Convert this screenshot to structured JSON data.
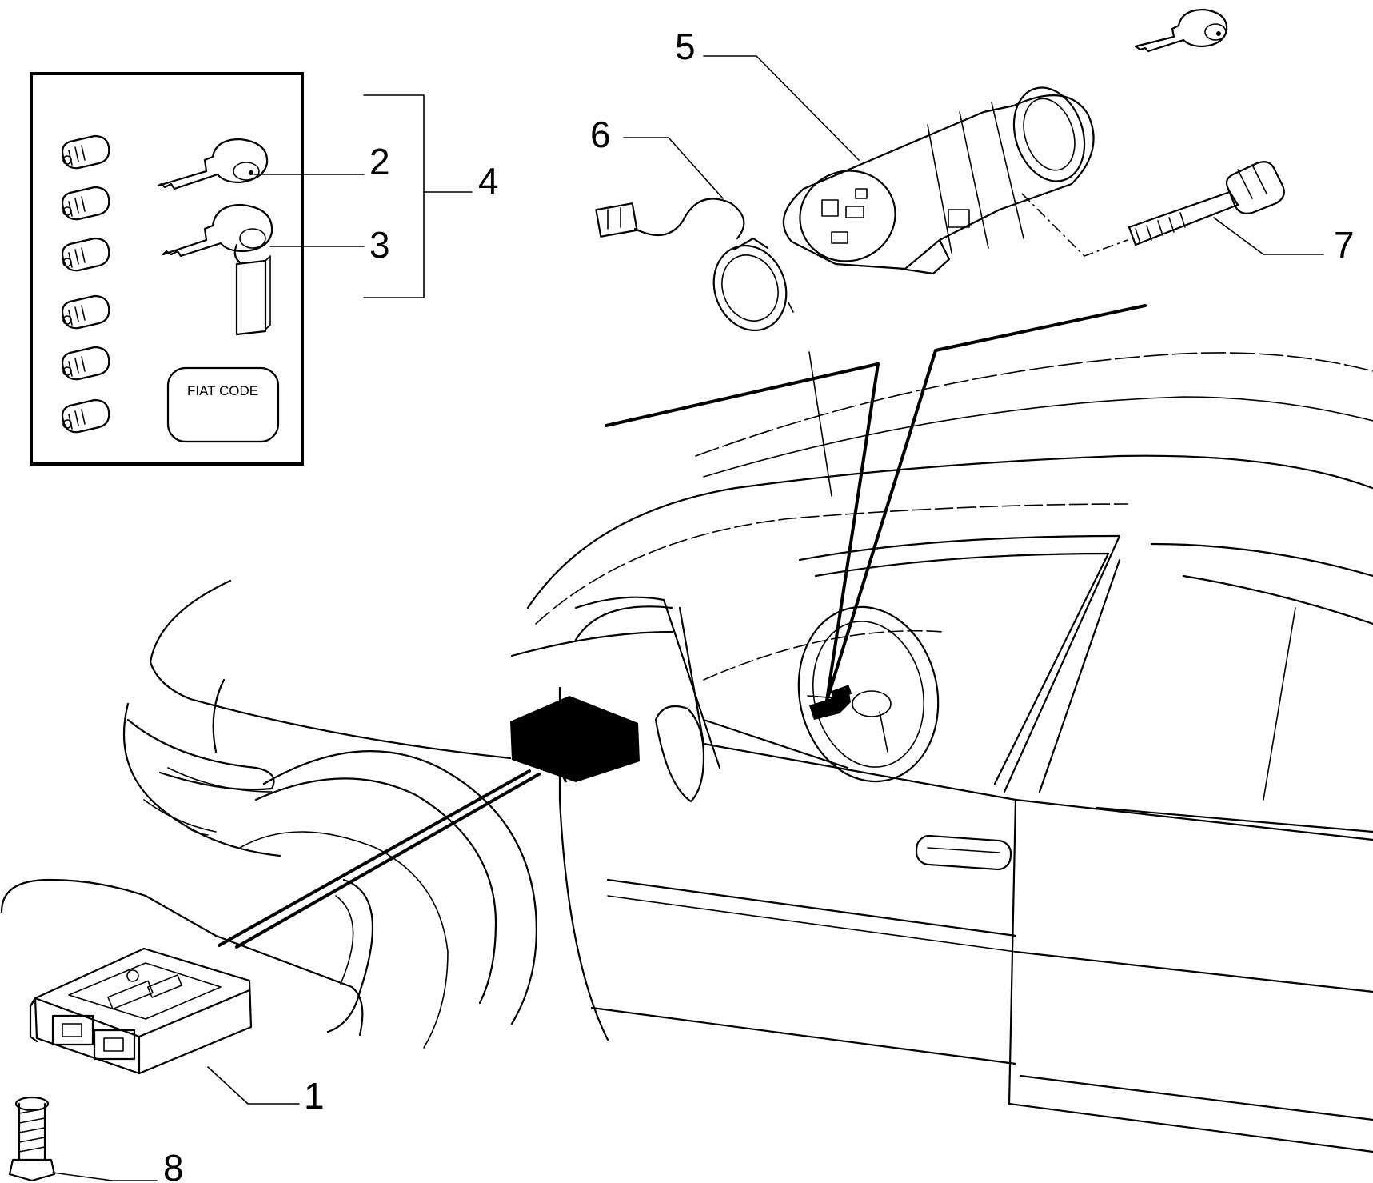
{
  "callouts": {
    "c1": "1",
    "c2": "2",
    "c3": "3",
    "c4": "4",
    "c5": "5",
    "c6": "6",
    "c7": "7",
    "c8": "8"
  },
  "kit_box": {
    "code_label": "FIAT CODE"
  }
}
